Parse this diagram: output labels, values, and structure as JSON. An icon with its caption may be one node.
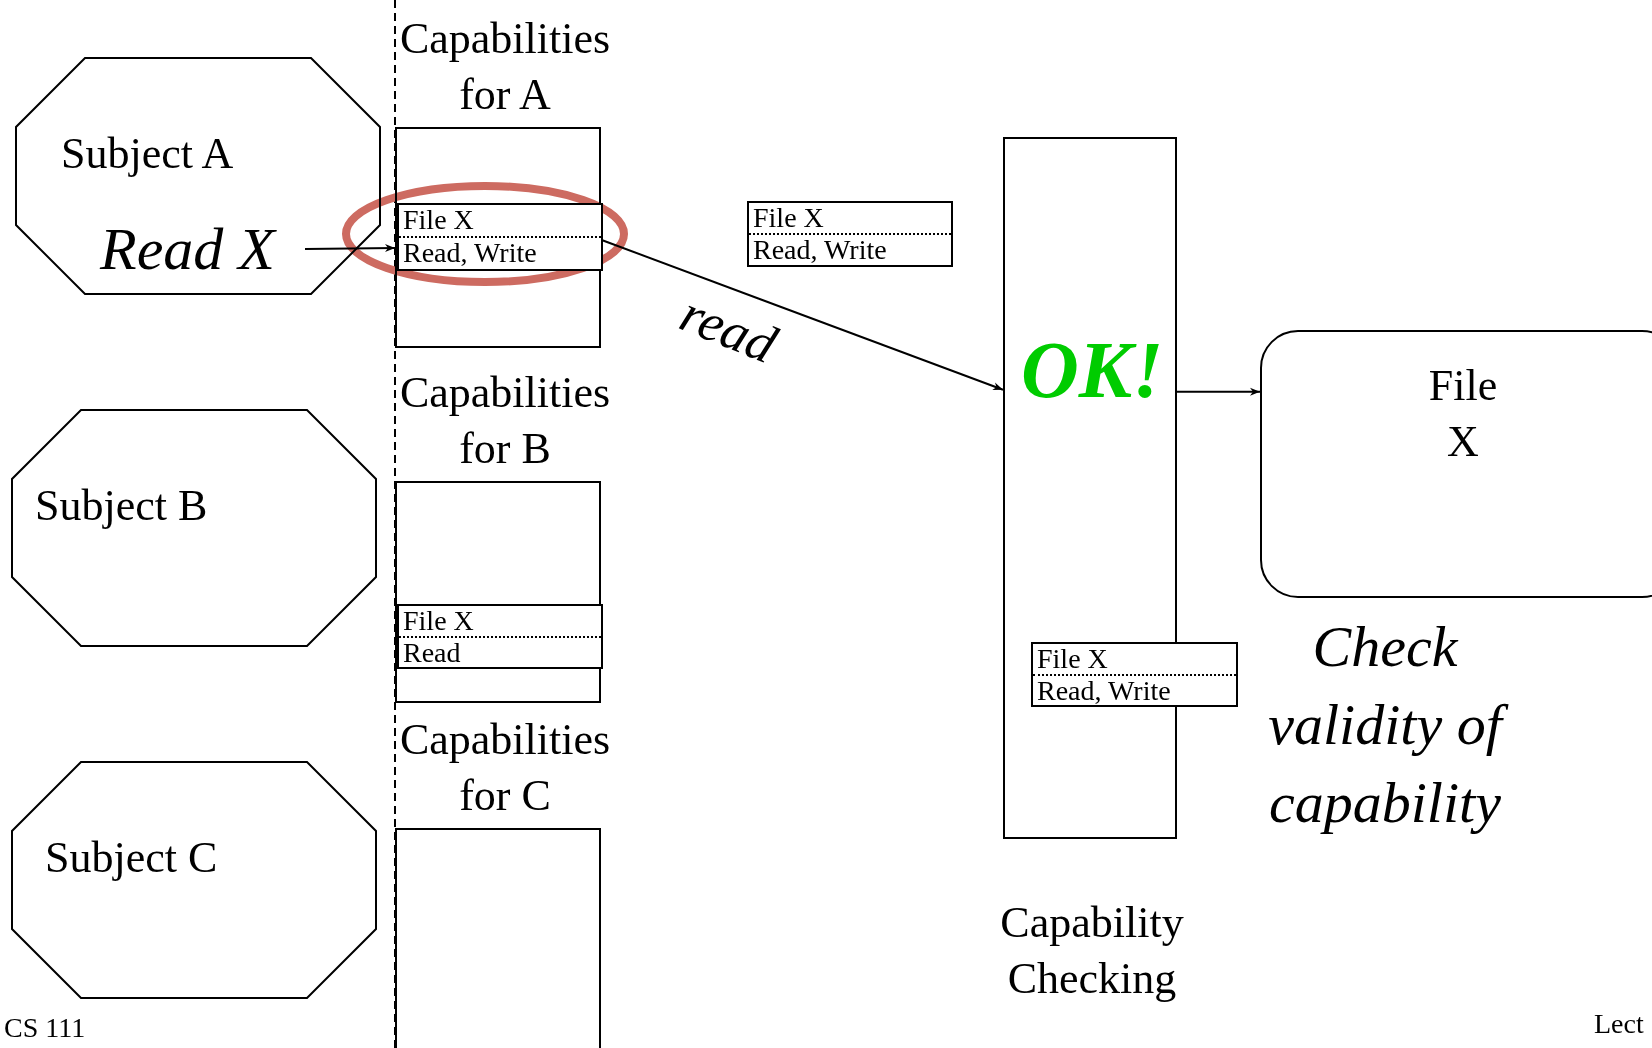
{
  "diagram": {
    "nodes": [
      {
        "text": [
          "Subject A"
        ]
      },
      {
        "text": [
          "Read X"
        ],
        "in": 0
      },
      {
        "text": [
          "Capabilities for A"
        ]
      },
      {
        "text": [
          "File X",
          "Read, Write"
        ],
        "in": 2
      },
      {
        "text": [
          "File X",
          "Read, Write"
        ]
      },
      {
        "text": [
          "Subject B"
        ]
      },
      {
        "text": [
          "Capabilities for B"
        ]
      },
      {
        "text": [
          "File X",
          "Read"
        ],
        "in": 6
      },
      {
        "text": [
          "Subject C"
        ]
      },
      {
        "text": [
          "Capabilities for C"
        ]
      },
      {
        "text": [
          "OK!"
        ],
        "beside": [
          "Capability Checking"
        ]
      },
      {
        "text": [
          "File X",
          "Read, Write"
        ]
      },
      {
        "text": [
          "File X"
        ]
      }
    ],
    "edges": [
      {
        "from": 1,
        "to": 3,
        "arrow": "to"
      },
      {
        "from": 3,
        "to": 10,
        "arrow": "to",
        "label": "read"
      },
      {
        "from": 10,
        "to": 12,
        "arrow": "to"
      }
    ],
    "labels": [
      "Check validity of capability",
      "CS 111",
      "Lect"
    ]
  }
}
